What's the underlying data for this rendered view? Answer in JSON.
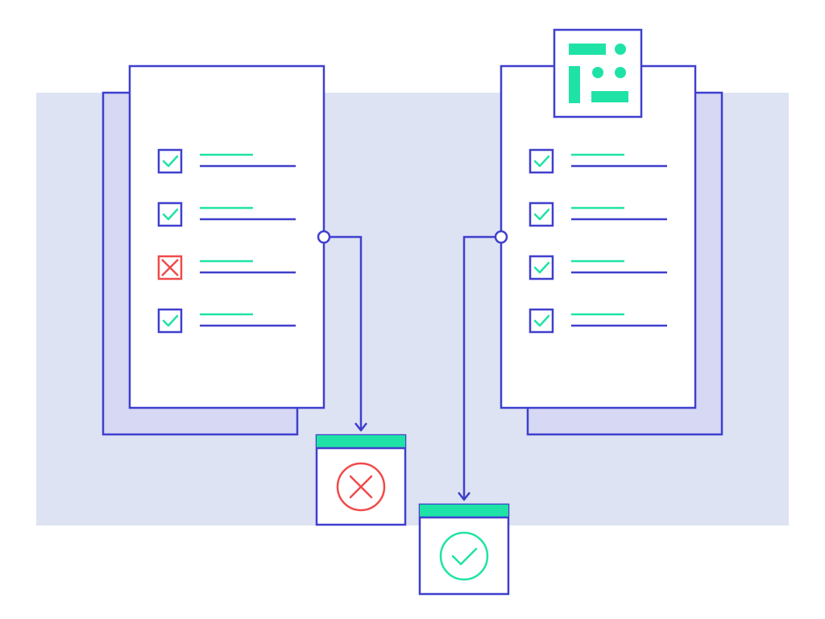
{
  "colors": {
    "background": "#ffffff",
    "band": "#dde3f2",
    "shadow": "#d6d8f4",
    "paper": "#ffffff",
    "stroke": "#3f3fce",
    "accent": "#1fe3a6",
    "error": "#f04a4a"
  },
  "documents": [
    {
      "id": "left",
      "items": [
        {
          "status": "checked"
        },
        {
          "status": "checked"
        },
        {
          "status": "rejected"
        },
        {
          "status": "checked"
        }
      ],
      "has_logo": false,
      "result": "rejected"
    },
    {
      "id": "right",
      "items": [
        {
          "status": "checked"
        },
        {
          "status": "checked"
        },
        {
          "status": "checked"
        },
        {
          "status": "checked"
        }
      ],
      "has_logo": true,
      "result": "approved"
    }
  ],
  "icons": {
    "checked": "checkbox-check-icon",
    "rejected": "checkbox-cross-icon",
    "result_rejected": "circle-cross-icon",
    "result_approved": "circle-check-icon",
    "logo": "brand-logo-icon"
  }
}
